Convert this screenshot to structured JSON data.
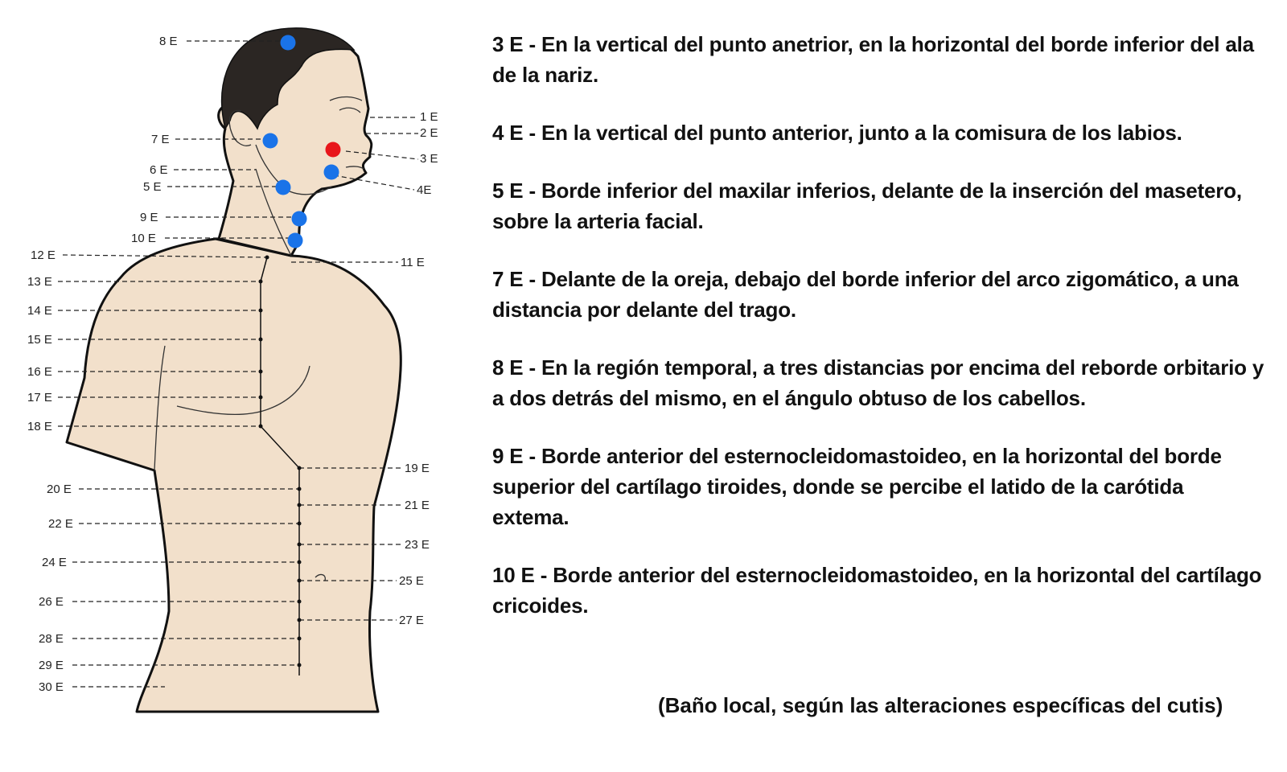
{
  "figure": {
    "point_labels": {
      "p8": "8 E",
      "p1": "1 E",
      "p2": "2 E",
      "p3": "3 E",
      "p4": "4E",
      "p7": "7 E",
      "p6": "6 E",
      "p5": "5 E",
      "p9": "9 E",
      "p10": "10 E",
      "p11": "11 E",
      "p12": "12 E",
      "p13": "13 E",
      "p14": "14 E",
      "p15": "15 E",
      "p16": "16 E",
      "p17": "17 E",
      "p18": "18 E",
      "p19": "19 E",
      "p20": "20 E",
      "p21": "21 E",
      "p22": "22 E",
      "p23": "23 E",
      "p24": "24 E",
      "p25": "25 E",
      "p26": "26 E",
      "p27": "27 E",
      "p28": "28 E",
      "p29": "29 E",
      "p30": "30 E"
    },
    "colors": {
      "highlight_blue": "#1a73e8",
      "highlight_red": "#e8161b",
      "skin": "#f2e0cb",
      "hair": "#2b2623"
    }
  },
  "descriptions": [
    {
      "code": "3 E",
      "text": "En la vertical del punto anetrior, en la horizontal del borde inferior del ala de la nariz."
    },
    {
      "code": "4 E",
      "text": "En la vertical del punto anterior, junto a la comisura de los labios."
    },
    {
      "code": "5 E",
      "text": "Borde inferior del maxilar inferios, delante de la inserción del masetero, sobre la arteria facial."
    },
    {
      "code": "7 E",
      "text": "Delante de la oreja, debajo del borde inferior del arco zigomático, a una distancia por delante del trago."
    },
    {
      "code": "8 E",
      "text": "En la región temporal, a tres distancias por encima del reborde orbitario y a dos detrás del mismo, en el ángulo obtuso de los cabellos."
    },
    {
      "code": "9 E",
      "text": "Borde anterior del esternocleidomastoideo, en la horizontal del borde superior del cartílago tiroides, donde se percibe el latido de la carótida extema."
    },
    {
      "code": "10 E",
      "text": "Borde anterior del esternocleidomastoideo, en la horizontal del cartílago cricoides."
    }
  ],
  "footnote": "(Baño local, según las alteraciones específicas del cutis)"
}
